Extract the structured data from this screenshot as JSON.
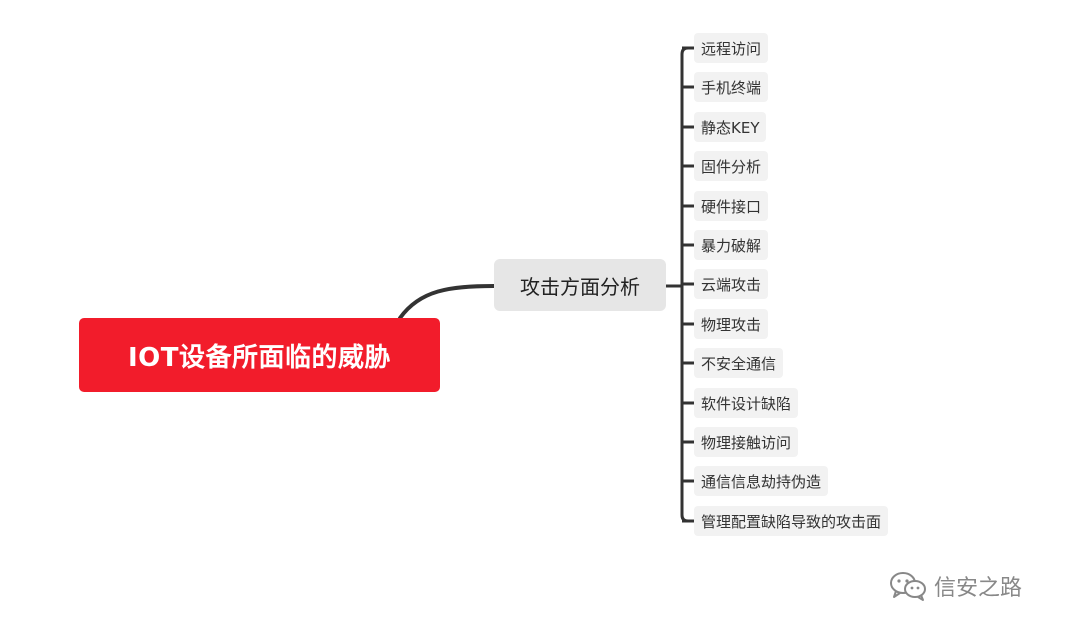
{
  "root": {
    "label": "IOT设备所面临的威胁"
  },
  "main": {
    "label": "攻击方面分析"
  },
  "leaves": [
    "远程访问",
    "手机终端",
    "静态KEY",
    "固件分析",
    "硬件接口",
    "暴力破解",
    "云端攻击",
    "物理攻击",
    "不安全通信",
    "软件设计缺陷",
    "物理接触访问",
    "通信信息劫持伪造",
    "管理配置缺陷导致的攻击面"
  ],
  "watermark": {
    "text": "信安之路",
    "icon": "wechat-icon"
  },
  "colors": {
    "root_bg": "#f21c2b",
    "main_bg": "#e6e6e6",
    "leaf_bg": "#f2f2f2",
    "connector": "#333333"
  }
}
